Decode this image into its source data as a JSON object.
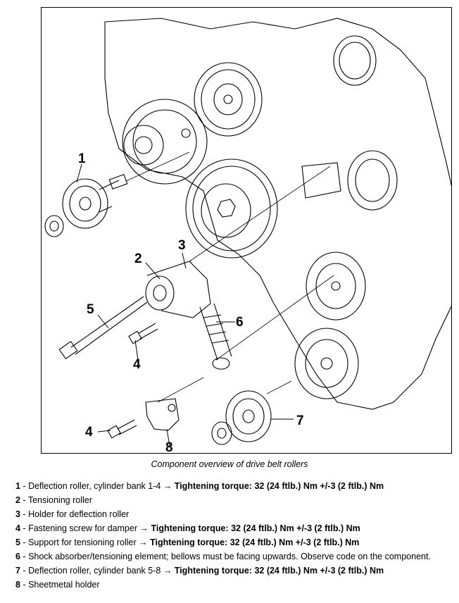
{
  "figure": {
    "callouts": [
      "1",
      "2",
      "3",
      "4",
      "5",
      "6",
      "4",
      "7",
      "8"
    ],
    "caption": "Component overview of drive belt rollers"
  },
  "legend": {
    "items": [
      {
        "num": "1",
        "sep": " - ",
        "text": "Deflection roller, cylinder bank 1-4 → ",
        "torque": "Tightening torque: 32 (24 ftlb.) Nm +/-3 (2 ftlb.) Nm"
      },
      {
        "num": "2",
        "sep": " - ",
        "text": "Tensioning roller",
        "torque": ""
      },
      {
        "num": "3",
        "sep": " - ",
        "text": "Holder for deflection roller",
        "torque": ""
      },
      {
        "num": "4",
        "sep": " - ",
        "text": "Fastening screw for damper → ",
        "torque": "Tightening torque: 32 (24 ftlb.) Nm +/-3 (2 ftlb.) Nm"
      },
      {
        "num": "5",
        "sep": " - ",
        "text": "Support for tensioning roller → ",
        "torque": "Tightening torque: 32 (24 ftlb.) Nm +/-3 (2 ftlb.) Nm"
      },
      {
        "num": "6",
        "sep": " - ",
        "text": "Shock absorber/tensioning element; bellows must be facing upwards. Observe code on the component.",
        "torque": ""
      },
      {
        "num": "7",
        "sep": " - ",
        "text": "Deflection roller, cylinder bank 5-8 → ",
        "torque": "Tightening torque: 32 (24 ftlb.) Nm +/-3 (2 ftlb.) Nm"
      },
      {
        "num": "8",
        "sep": " - ",
        "text": "Sheetmetal holder",
        "torque": ""
      }
    ]
  }
}
